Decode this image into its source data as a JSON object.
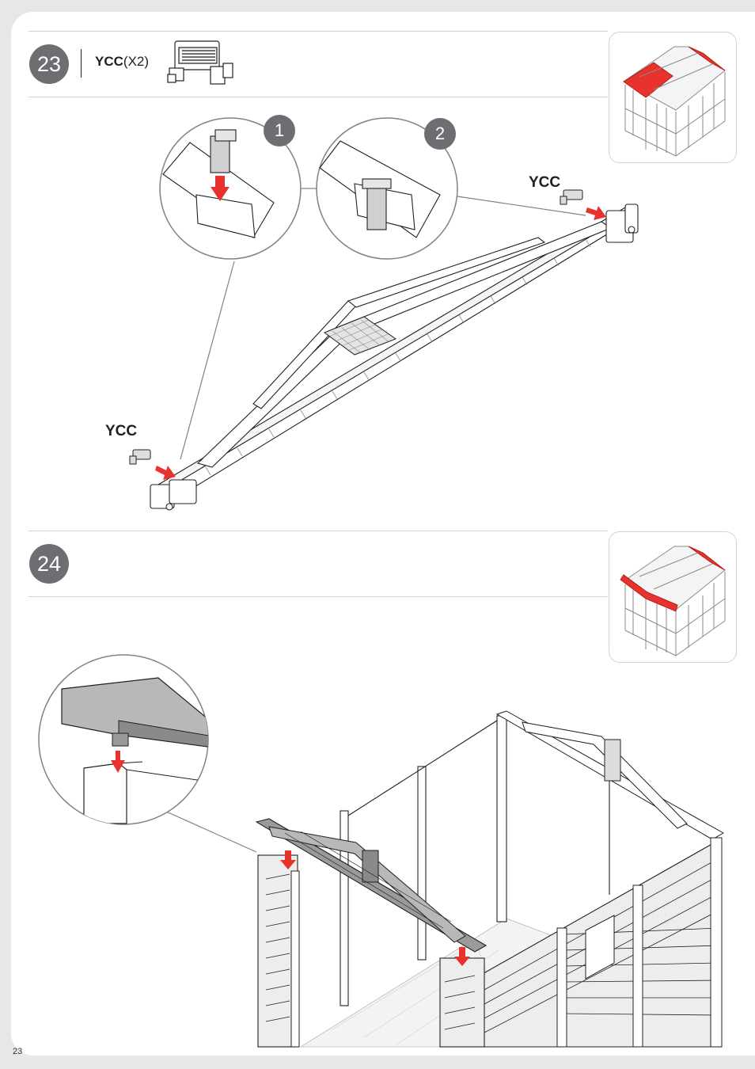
{
  "page": {
    "number": "23"
  },
  "step23": {
    "number": "23",
    "part_code": "YCC",
    "part_qty": "(X2)",
    "detail_1": "1",
    "detail_2": "2",
    "label_right": "YCC",
    "label_left": "YCC"
  },
  "step24": {
    "number": "24"
  },
  "colors": {
    "accent_red": "#e8322d",
    "badge_gray": "#6d6e71",
    "line_gray": "#d1d3d4"
  },
  "icons": [
    "ycc-connector-icon",
    "shed-roof-thumbnail-icon",
    "red-arrow-icon"
  ]
}
